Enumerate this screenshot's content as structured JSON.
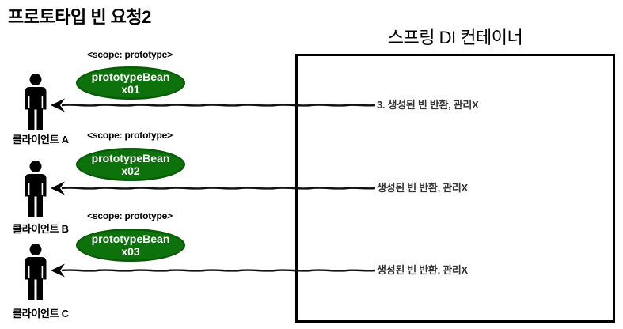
{
  "page_title": "프로토타입 빈 요청2",
  "container": {
    "title": "스프링 DI 컨테이너"
  },
  "colors": {
    "bean_green": "#0e720c",
    "bean_text": "#ffffff",
    "outline": "#000000",
    "arrow_label_color": "#333333"
  },
  "icons": {
    "person": "person-silhouette-icon",
    "arrow": "left-arrow-sketch"
  },
  "groups": [
    {
      "client_label": "클라이언트 A",
      "scope_label": "<scope: prototype>",
      "bean_line1": "prototypeBean",
      "bean_line2": "x01",
      "arrow_label": "3. 생성된 빈 반환, 관리X"
    },
    {
      "client_label": "클라이언트 B",
      "scope_label": "<scope: prototype>",
      "bean_line1": "prototypeBean",
      "bean_line2": "x02",
      "arrow_label": "생성된 빈 반환, 관리X"
    },
    {
      "client_label": "클라이언트 C",
      "scope_label": "<scope: prototype>",
      "bean_line1": "prototypeBean",
      "bean_line2": "x03",
      "arrow_label": "생성된 빈 반환, 관리X"
    }
  ]
}
